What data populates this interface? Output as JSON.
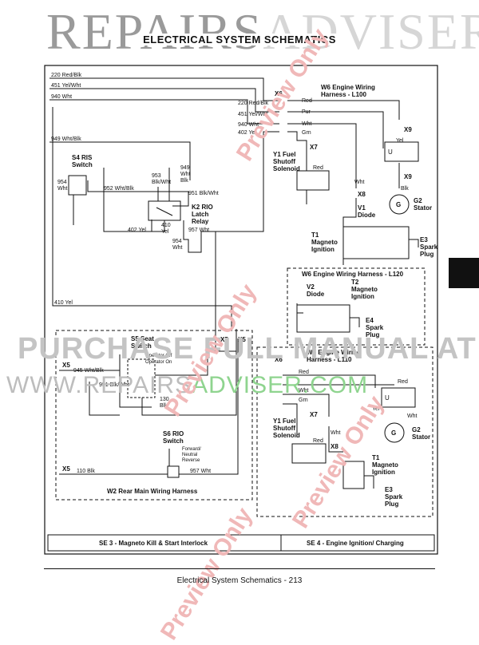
{
  "watermark": {
    "brand_a": "REPAIRS",
    "brand_b": "ADVISER",
    "line1": "PURCHASE FULL MANUAL AT",
    "line2_a": "WWW.REPAIRS",
    "line2_b": "ADVISER.COM",
    "preview": "Preview Only"
  },
  "page": {
    "title": "ELECTRICAL SYSTEM SCHEMATICS",
    "footer": "Electrical System Schematics - 213"
  },
  "sections": {
    "se3": "SE 3 - Magneto Kill & Start Interlock",
    "se4": "SE 4 - Engine Ignition/ Charging"
  },
  "harness": {
    "l100": [
      "W6 Engine Wiring",
      "Harness - L100"
    ],
    "l120": "W6 Engine Wiring Harness - L120",
    "l110": [
      "W6 Engine Wiring",
      "Harness - L110"
    ],
    "w2": "W2 Rear Main Wiring Harness"
  },
  "wires": {
    "w220": "220 Red/Blk",
    "w451": "451 Yel/Wht",
    "w940": "940 Wht",
    "w949": "949 Wht/Blk",
    "w402": "402 Yel",
    "w410": "410 Yel",
    "w952": "952 Wht/Blk",
    "w953": [
      "953",
      "Blk/Wht"
    ],
    "w949b": [
      "949",
      "Wht",
      "Blk"
    ],
    "w951": "951 Blk/Wht",
    "w957": "957 Wht",
    "w954": [
      "954",
      "Wht"
    ],
    "w954b": [
      "954",
      "Wht"
    ],
    "w945": "945 Wht/Blk",
    "w951b": "951 Blk/Wht",
    "w130": [
      "130",
      "Blk"
    ],
    "w110": "110 Blk",
    "w410b": [
      "410",
      "Yel"
    ],
    "w957b": "957 Wht",
    "c220": "220 Red/Blk",
    "c451": "451 Yel/Wht",
    "c940": "940 Wht",
    "c402": "402 Yel",
    "red": "Red",
    "pur": "Pur",
    "wht": "Wht",
    "grn": "Grn",
    "yel": "Yel",
    "blk": "Blk"
  },
  "connectors": {
    "x6": "X6",
    "x7": "X7",
    "x8": "X8",
    "x9": "X9",
    "x5": "X5"
  },
  "components": {
    "s4": [
      "S4 RIS",
      "Switch"
    ],
    "k2": [
      "K2 RIO",
      "Latch",
      "Relay"
    ],
    "y1": [
      "Y1 Fuel",
      "Shutoff",
      "Solenoid"
    ],
    "g2": [
      "G2",
      "Stator"
    ],
    "v1": [
      "V1",
      "Diode"
    ],
    "t1": [
      "T1",
      "Magneto",
      "Ignition"
    ],
    "e3": [
      "E3",
      "Spark",
      "Plug"
    ],
    "v2": [
      "V2",
      "Diode"
    ],
    "t2": [
      "T2",
      "Magneto",
      "Ignition"
    ],
    "e4": [
      "E4",
      "Spark",
      "Plug"
    ],
    "s5": [
      "S5 Seat",
      "Switch"
    ],
    "s5_states": [
      "Operator Off",
      "Operator On"
    ],
    "s6": [
      "S6 RIO",
      "Switch"
    ],
    "s6_states": [
      "Forward/",
      "Neutral",
      "Reverse"
    ],
    "u": "U",
    "g": "G"
  }
}
